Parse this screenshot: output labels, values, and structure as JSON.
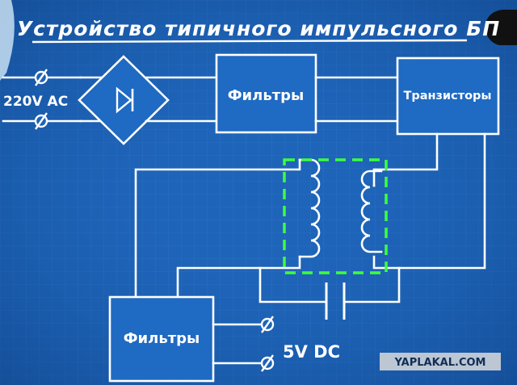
{
  "title": "Устройство типичного импульсного БП",
  "input_label": "220V AC",
  "output_label": "5V DC",
  "blocks": {
    "filters_top": "Фильтры",
    "transistors": "Транзисторы",
    "filters_bottom": "Фильтры"
  },
  "watermark": "YAPLAKAL.COM",
  "colors": {
    "background": "#1d63b8",
    "grid": "#3b82d4",
    "lines": "#ffffff",
    "transformer_highlight": "#3dff3d"
  },
  "icons": [
    "diode-bridge-icon",
    "terminal-icon",
    "transformer-icon",
    "capacitor-icon"
  ]
}
